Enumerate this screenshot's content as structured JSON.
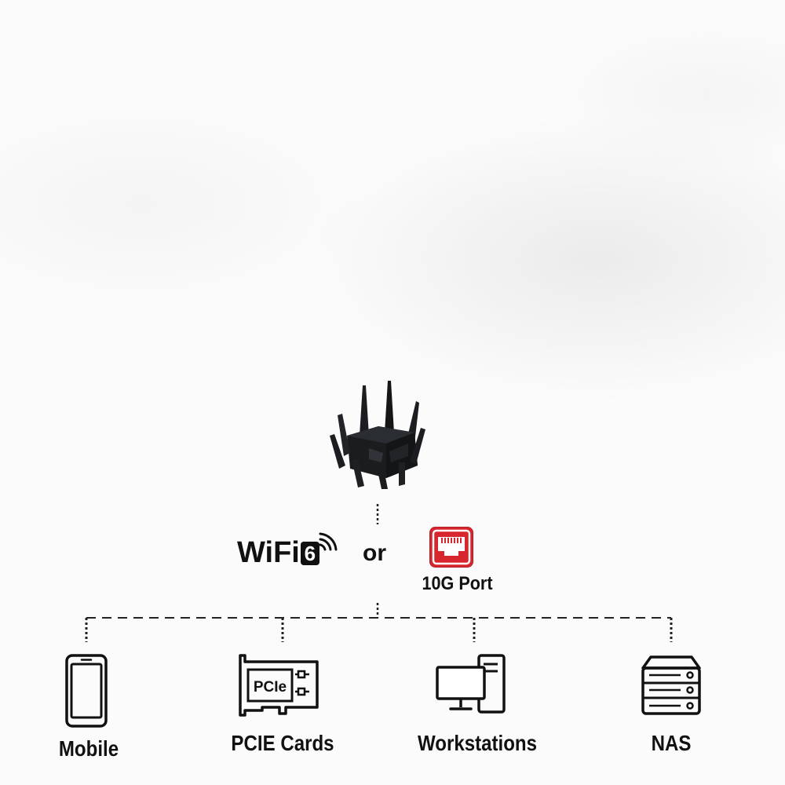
{
  "connection": {
    "wifi_label": "WiFi",
    "wifi_number": "6",
    "or_text": "or",
    "port_label": "10G Port"
  },
  "devices": [
    {
      "label": "Mobile",
      "icon": "smartphone-icon"
    },
    {
      "label": "PCIE Cards",
      "icon": "pcie-card-icon",
      "icon_text": "PCIe"
    },
    {
      "label": "Workstations",
      "icon": "workstation-icon"
    },
    {
      "label": "NAS",
      "icon": "nas-icon"
    }
  ],
  "colors": {
    "text": "#111111",
    "port_red": "#d8262e",
    "router_body": "#1a1c1e"
  }
}
